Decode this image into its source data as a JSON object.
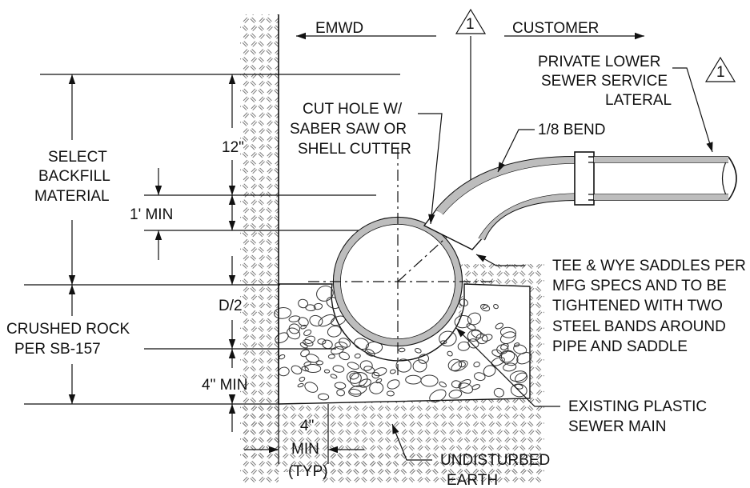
{
  "labels": {
    "emwd": "EMWD",
    "customer": "CUSTOMER",
    "rev_mark": "1",
    "private_1": "PRIVATE LOWER",
    "private_2": "SEWER SERVICE",
    "private_3": "LATERAL",
    "bend": "1/8 BEND",
    "cut_1": "CUT HOLE W/",
    "cut_2": "SABER SAW OR",
    "cut_3": "SHELL CUTTER",
    "select_1": "SELECT",
    "select_2": "BACKFILL",
    "select_3": "MATERIAL",
    "dim_12": "12\"",
    "dim_1min": "1' MIN",
    "dim_d2": "D/2",
    "rock_1": "CRUSHED ROCK",
    "rock_2": "PER SB-157",
    "dim_4min": "4\" MIN",
    "dim_4": "4\"",
    "dim_min": "MIN",
    "dim_typ": "(TYP)",
    "tee_1": "TEE & WYE SADDLES PER",
    "tee_2": "MFG SPECS AND TO BE",
    "tee_3": "TIGHTENED WITH TWO",
    "tee_4": "STEEL BANDS AROUND",
    "tee_5": "PIPE AND SADDLE",
    "main_1": "EXISTING PLASTIC",
    "main_2": "SEWER MAIN",
    "earth_1": "UNDISTURBED",
    "earth_2": "EARTH"
  }
}
